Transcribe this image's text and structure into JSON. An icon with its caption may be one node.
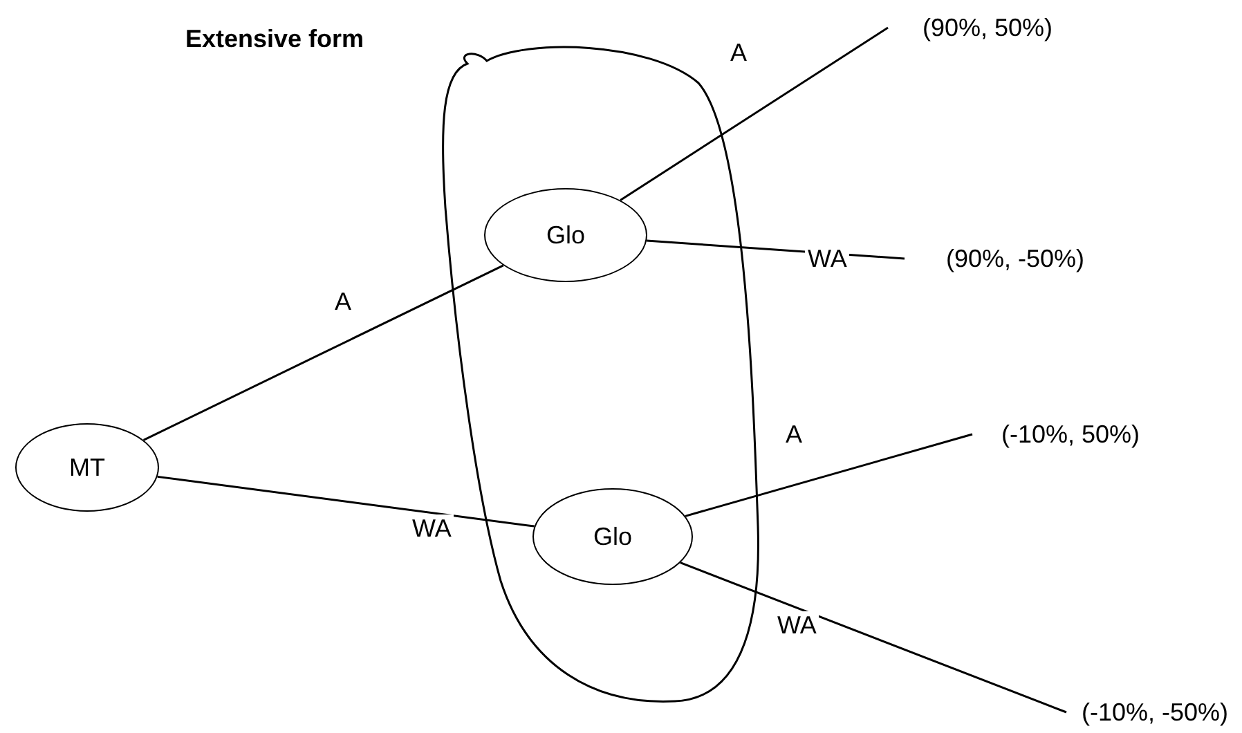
{
  "diagram": {
    "title": "Extensive form",
    "nodes": [
      {
        "text": [
          "MT"
        ]
      },
      {
        "text": [
          "Glo"
        ]
      },
      {
        "text": [
          "Glo"
        ]
      },
      {
        "text": [
          "(90%, 50%)"
        ]
      },
      {
        "text": [
          "(90%, -50%)"
        ]
      },
      {
        "text": [
          "(-10%, 50%)"
        ]
      },
      {
        "text": [
          "(-10%, -50%)"
        ]
      }
    ],
    "edges": [
      {
        "from": 0,
        "to": 1,
        "arrow": "none",
        "label": "A"
      },
      {
        "from": 0,
        "to": 2,
        "arrow": "none",
        "label": "WA"
      },
      {
        "from": 1,
        "to": 3,
        "arrow": "none",
        "label": "A"
      },
      {
        "from": 1,
        "to": 4,
        "arrow": "none",
        "label": "WA"
      },
      {
        "from": 2,
        "to": 5,
        "arrow": "none",
        "label": "A"
      },
      {
        "from": 2,
        "to": 6,
        "arrow": "none",
        "label": "WA"
      }
    ]
  }
}
